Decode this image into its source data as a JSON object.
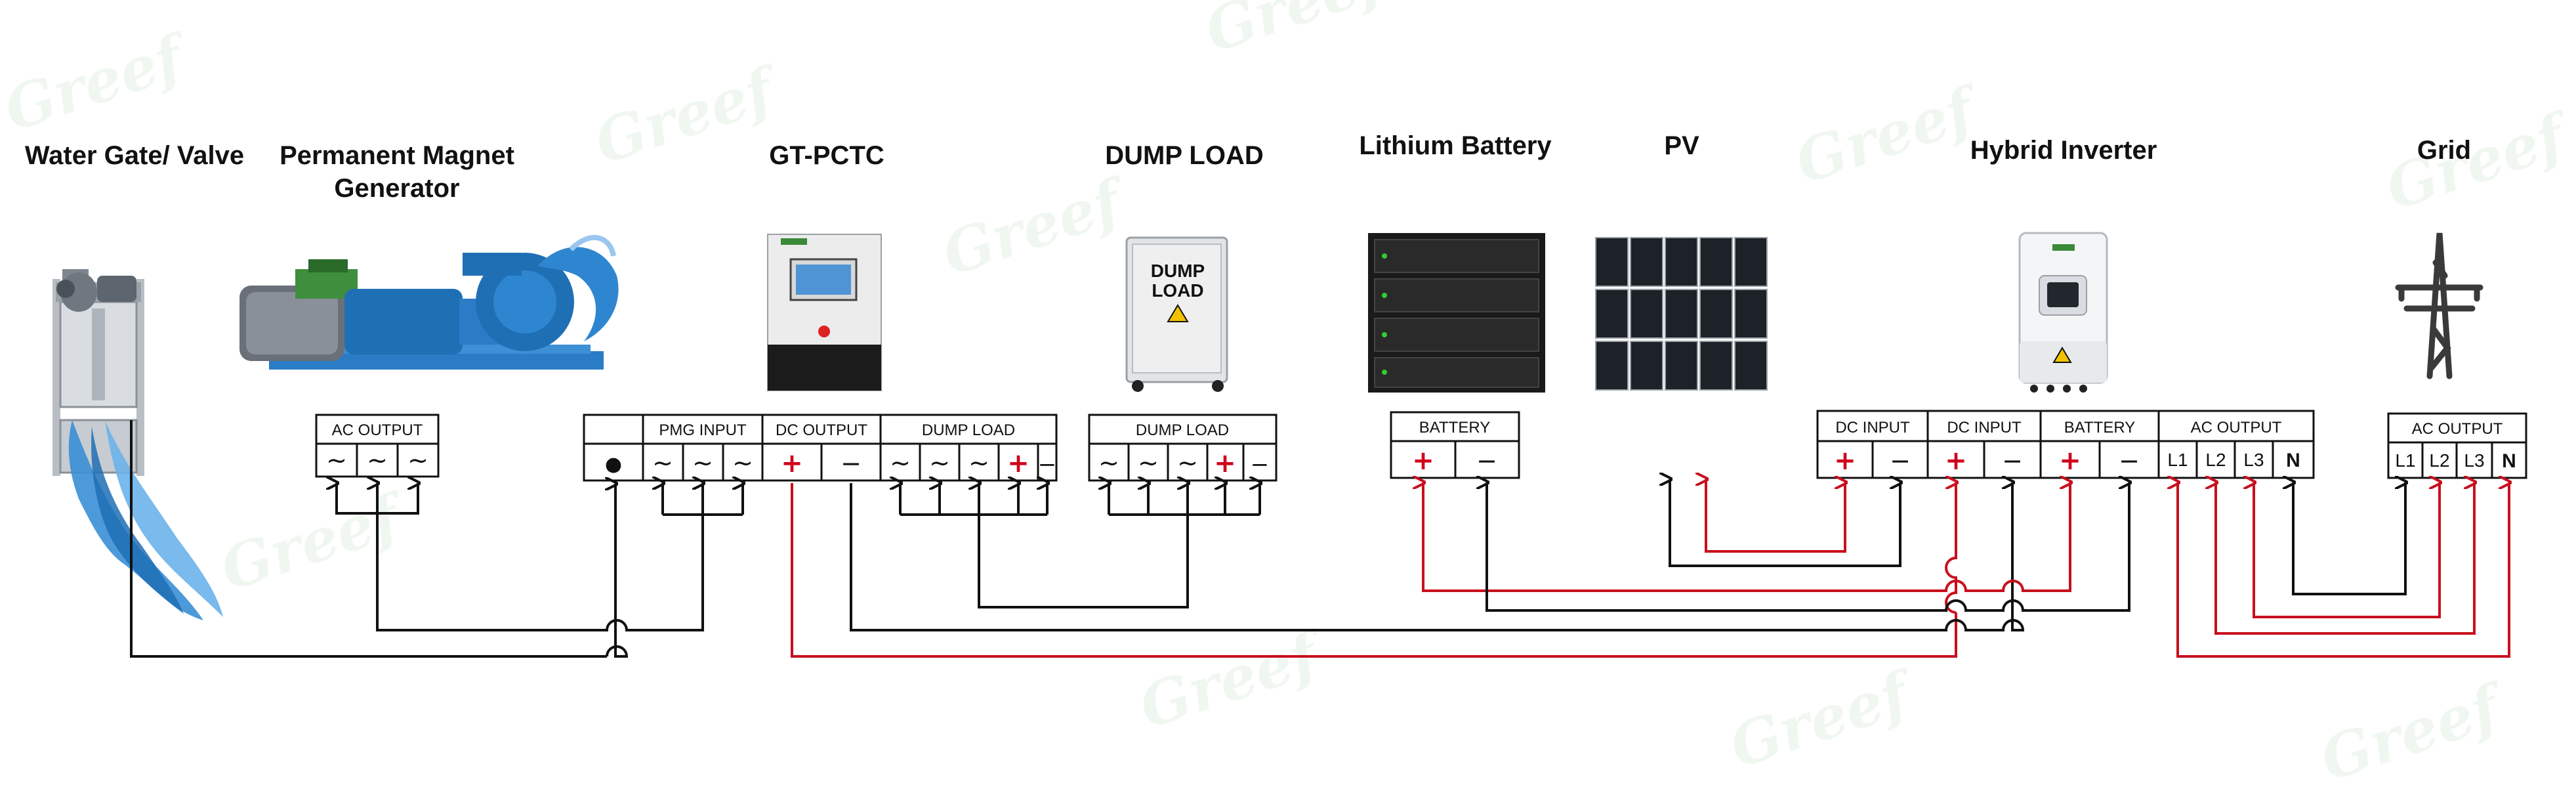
{
  "watermark": "Greef",
  "titles": {
    "water_gate": "Water Gate/ Valve",
    "pmg_line1": "Permanent Magnet",
    "pmg_line2": "Generator",
    "controller": "GT-PCTC",
    "dump_load": "DUMP LOAD",
    "battery": "Lithium Battery",
    "pv": "PV",
    "inverter": "Hybrid Inverter",
    "grid": "Grid"
  },
  "device_text": {
    "dump_panel_line1": "DUMP",
    "dump_panel_line2": "LOAD"
  },
  "terminals": {
    "gen_ac_output": {
      "header": "AC OUTPUT",
      "cells": [
        "~",
        "~",
        "~"
      ]
    },
    "ctrl_pmg_input": {
      "header": "PMG INPUT",
      "cells": [
        "~",
        "~",
        "~"
      ]
    },
    "ctrl_dc_output": {
      "header": "DC OUTPUT",
      "cells": [
        "+",
        "−"
      ]
    },
    "ctrl_dump_load": {
      "header": "DUMP LOAD",
      "cells": [
        "~",
        "~",
        "~",
        "+",
        "−"
      ]
    },
    "ctrl_aux": {
      "cells": [
        "●"
      ]
    },
    "dump_load_box": {
      "header": "DUMP LOAD",
      "cells": [
        "~",
        "~",
        "~",
        "+",
        "−"
      ]
    },
    "battery_box": {
      "header": "BATTERY",
      "cells": [
        "+",
        "−"
      ]
    },
    "inv_dc_input_pv": {
      "header": "DC INPUT",
      "cells": [
        "+",
        "−"
      ]
    },
    "inv_dc_input": {
      "header": "DC INPUT",
      "cells": [
        "+",
        "−"
      ]
    },
    "inv_battery": {
      "header": "BATTERY",
      "cells": [
        "+",
        "−"
      ]
    },
    "inv_ac_output": {
      "header": "AC OUTPUT",
      "cells": [
        "L1",
        "L2",
        "L3",
        "N"
      ]
    },
    "grid_ac_output": {
      "header": "AC OUTPUT",
      "cells": [
        "L1",
        "L2",
        "L3",
        "N"
      ]
    }
  },
  "colors": {
    "positive_wire": "#c8101e",
    "negative_wire": "#111111",
    "generator_blue": "#1f6fb5",
    "water_blue": "#3a8fd6"
  },
  "icons": [
    "valve-icon",
    "generator-icon",
    "controller-cabinet-icon",
    "dump-load-cabinet-icon",
    "battery-rack-icon",
    "solar-panel-icon",
    "inverter-icon",
    "power-tower-icon"
  ]
}
